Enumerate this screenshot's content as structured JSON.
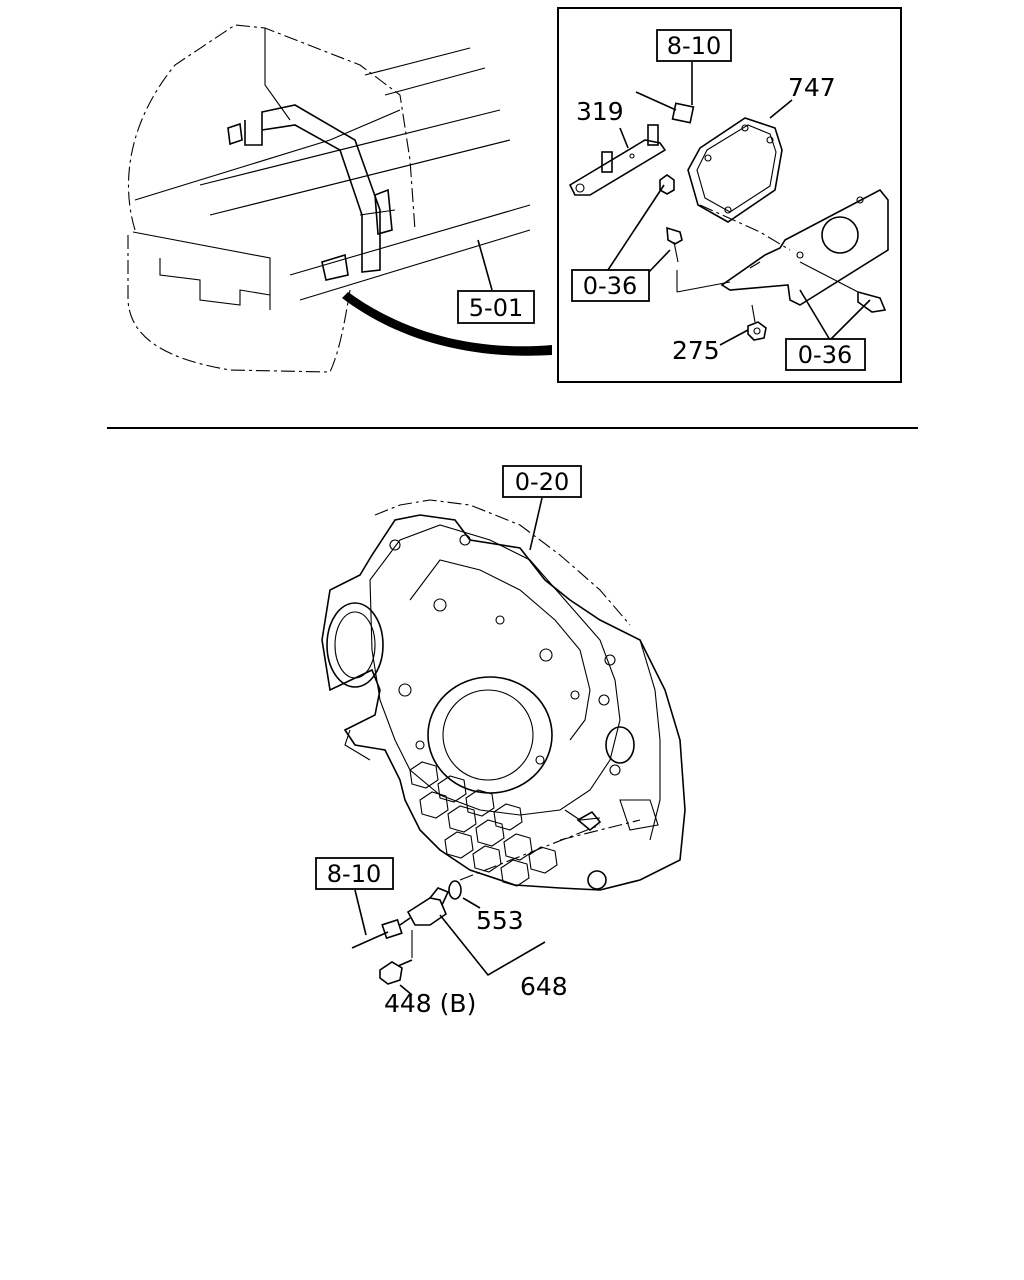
{
  "top_panel": {
    "cab_ref": "5-01",
    "inset": {
      "ref_connector": "8-10",
      "part_ecm": "747",
      "part_bracket_plate": "319",
      "ref_bolt_left": "0-36",
      "part_nut": "275",
      "ref_bolt_right": "0-36"
    }
  },
  "bottom_panel": {
    "ref_housing": "0-20",
    "ref_connector": "8-10",
    "part_oring": "553",
    "part_sensor": "648",
    "part_bolt": "448 (B)"
  }
}
